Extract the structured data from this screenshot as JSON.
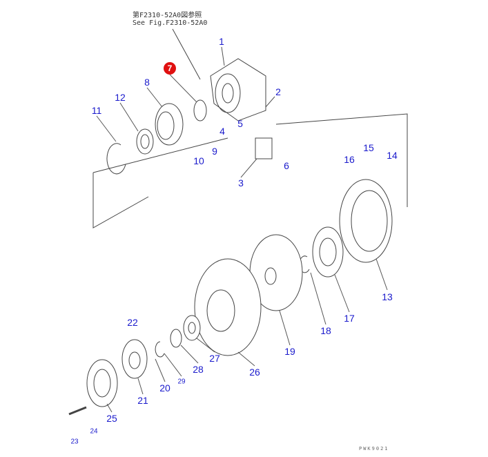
{
  "reference_note": {
    "line1": "第F2310-52A0図参照",
    "line2": "See Fig.F2310-52A0"
  },
  "drawing_code": "PWK9021",
  "highlighted_part": "7",
  "highlight_color": "#e01010",
  "label_color": "#1a1acc",
  "part_labels": [
    "1",
    "2",
    "3",
    "4",
    "5",
    "6",
    "7",
    "8",
    "9",
    "10",
    "11",
    "12",
    "13",
    "14",
    "15",
    "16",
    "17",
    "18",
    "19",
    "20",
    "21",
    "22",
    "23",
    "24",
    "25",
    "26",
    "27",
    "28",
    "29"
  ]
}
